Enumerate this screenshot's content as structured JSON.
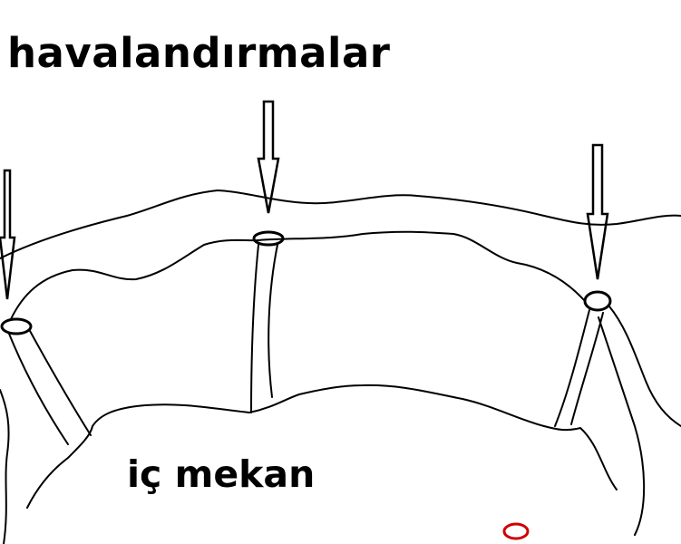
{
  "title": "havalandırmalar",
  "inside_label": "iç mekan",
  "colors": {
    "ink": "#000000",
    "marker": "#d00000",
    "background": "#ffffff"
  },
  "vents": [
    {
      "name": "vent-left"
    },
    {
      "name": "vent-middle"
    },
    {
      "name": "vent-right"
    }
  ]
}
